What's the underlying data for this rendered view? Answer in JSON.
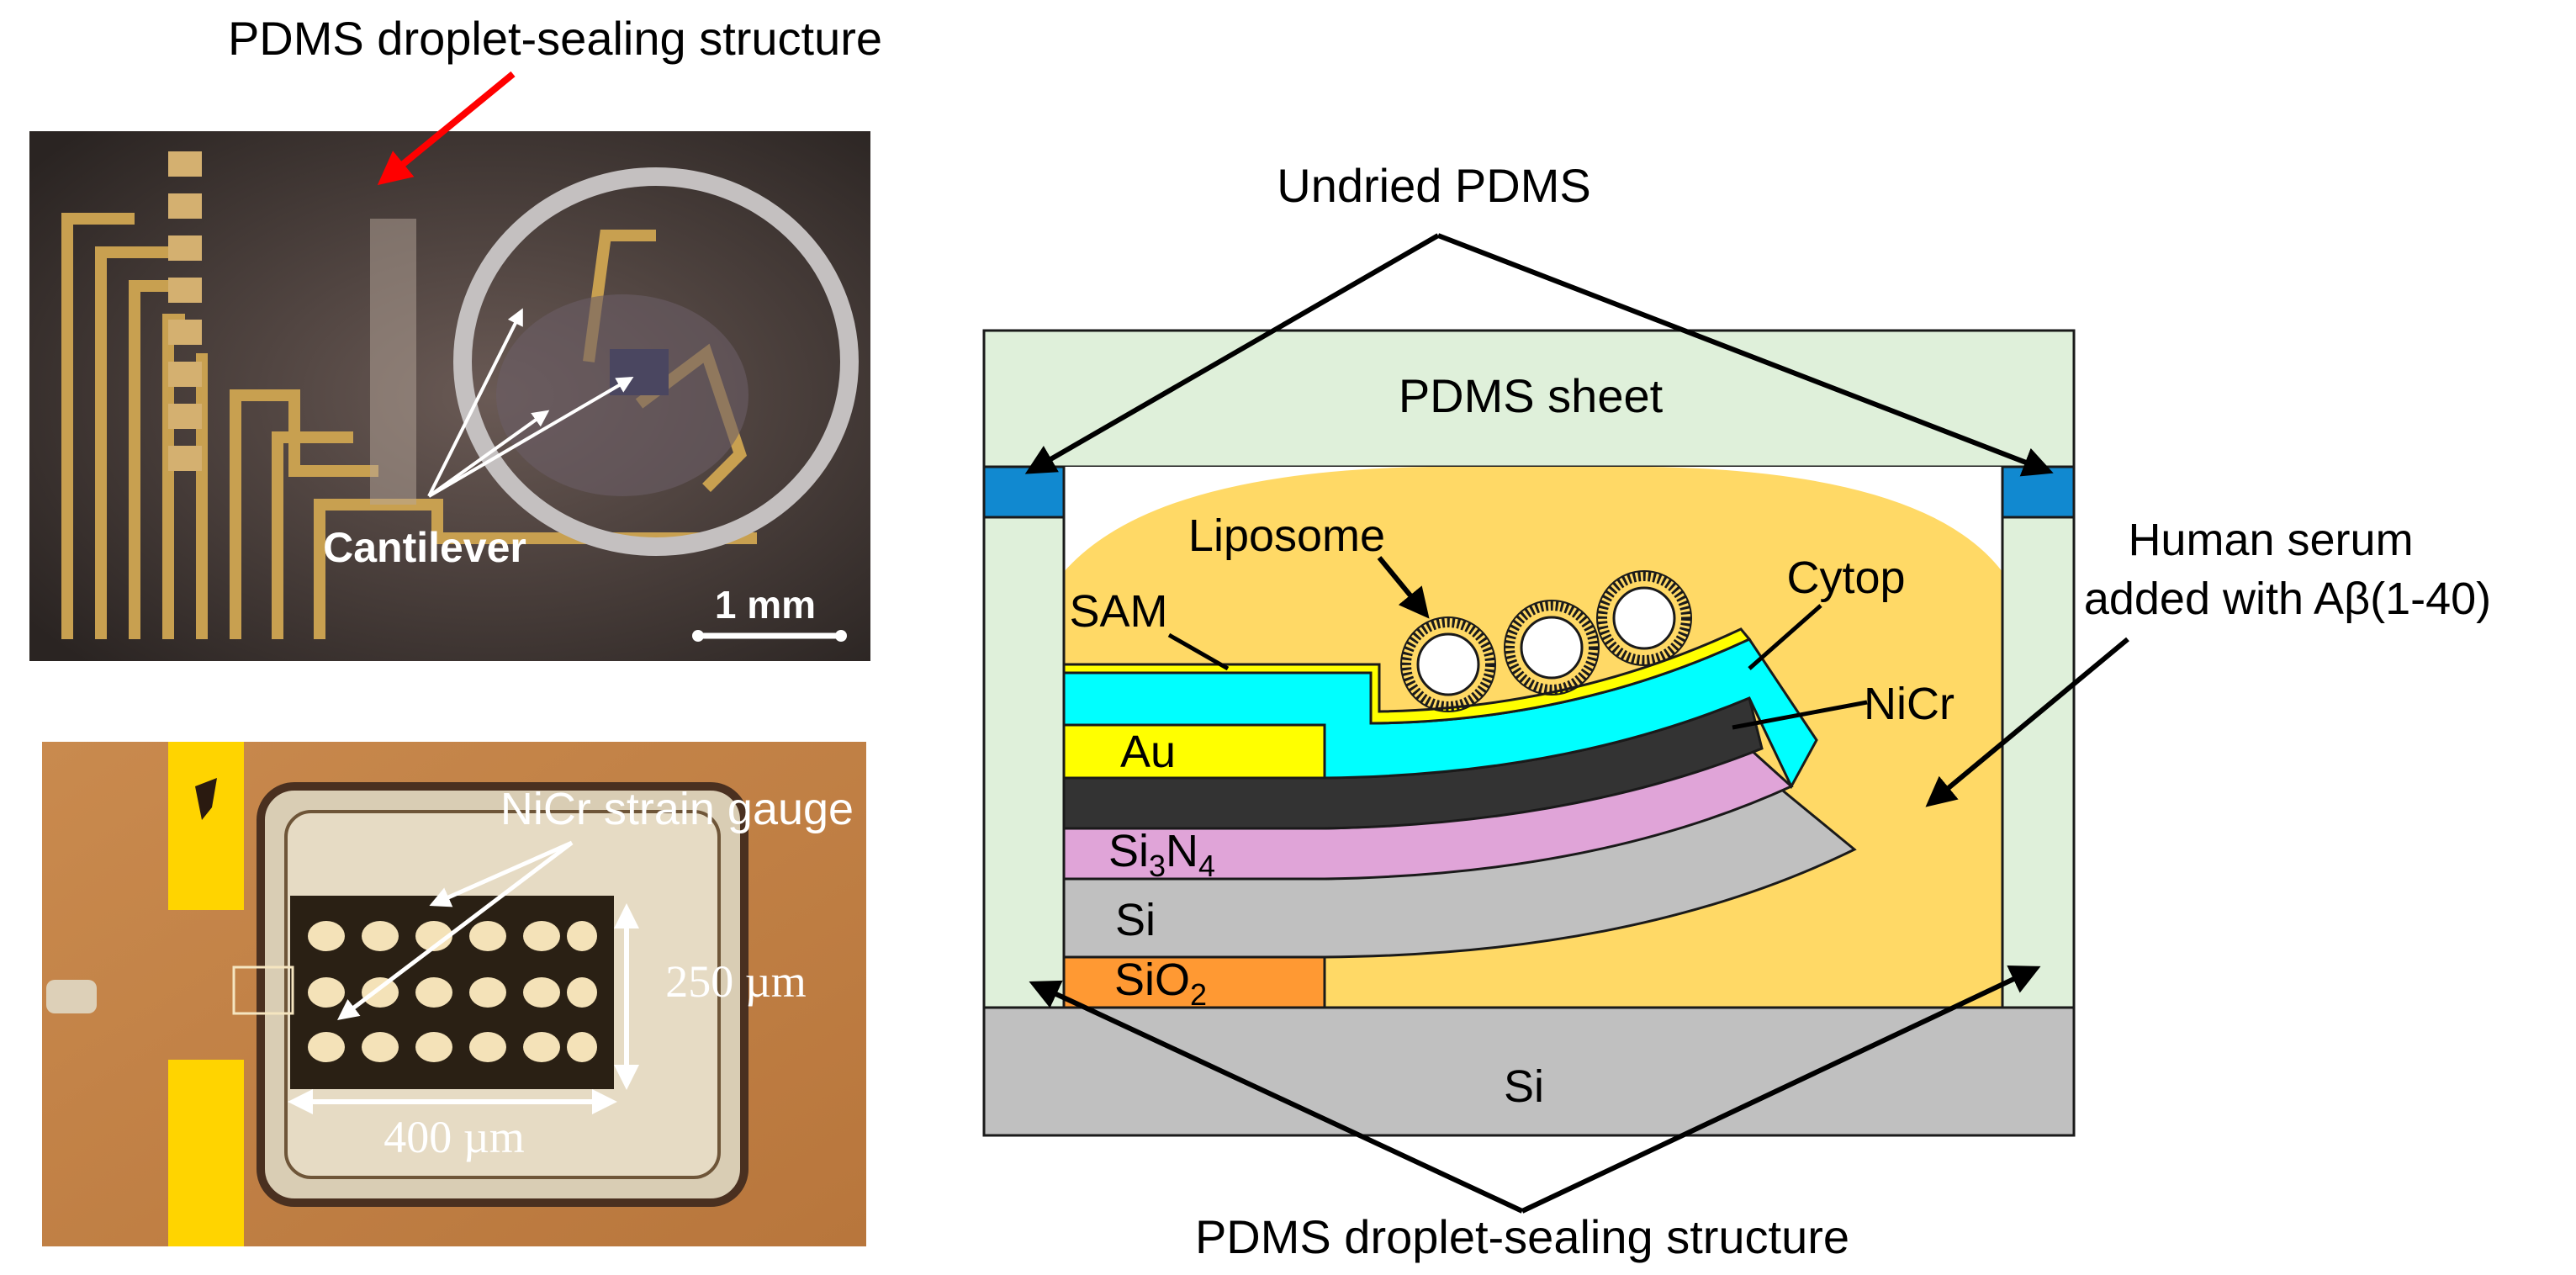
{
  "photo_top": {
    "title": "PDMS droplet-sealing structure",
    "cantilever_label": "Cantilever",
    "scale_bar_label": "1 mm"
  },
  "photo_bottom": {
    "gauge_label": "NiCr strain gauge",
    "height_label": "250 µm",
    "width_label": "400 µm"
  },
  "schematic": {
    "undried_pdms": "Undried PDMS",
    "pdms_sheet": "PDMS sheet",
    "liposome": "Liposome",
    "cytop": "Cytop",
    "sam": "SAM",
    "nicr": "NiCr",
    "au": "Au",
    "si3n4_base": "Si",
    "si3n4_sub1": "3",
    "si3n4_mid": "N",
    "si3n4_sub2": "4",
    "si_layer": "Si",
    "sio2_base": "SiO",
    "sio2_sub": "2",
    "si_substrate": "Si",
    "serum_line1": "Human serum",
    "serum_line2": "added with Aβ(1-40)",
    "sealing_structure": "PDMS droplet-sealing structure"
  },
  "colors": {
    "pdms": "#dff0da",
    "pdms_blue": "#1189d0",
    "serum": "#ffd966",
    "cytop": "#00ffff",
    "au": "#ffff00",
    "nicr": "#333333",
    "si3n4": "#e0a4d8",
    "si": "#c0c0c0",
    "sio2": "#ff9933",
    "photo_arrow_red": "#ff0000"
  }
}
